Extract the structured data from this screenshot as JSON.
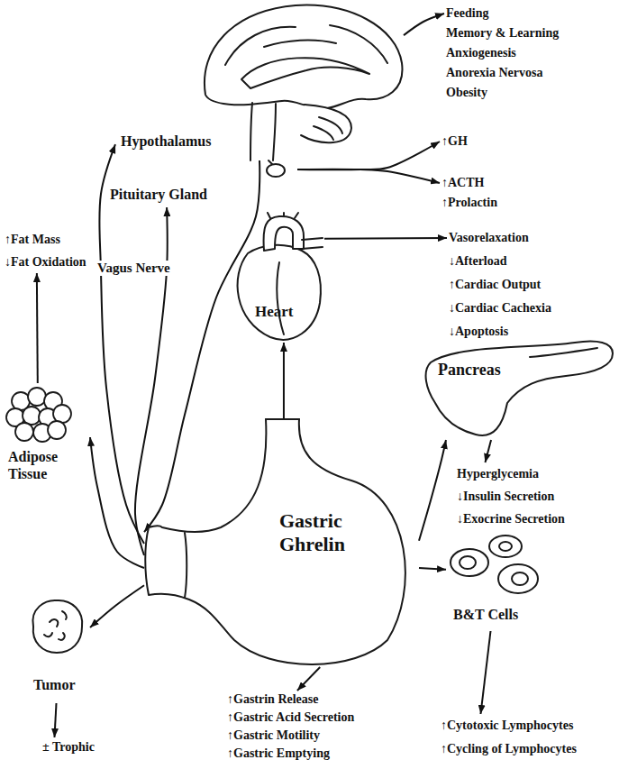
{
  "diagram": {
    "nodes": [
      {
        "text": [
          "Hypothalamus"
        ]
      },
      {
        "text": [
          "Pituitary Gland"
        ]
      },
      {
        "text": [
          "Heart"
        ]
      },
      {
        "text": [
          "Pancreas"
        ]
      },
      {
        "text": [
          "Gastric Ghrelin"
        ]
      },
      {
        "text": [
          "Adipose Tissue"
        ]
      },
      {
        "text": [
          "Tumor"
        ]
      },
      {
        "text": [
          "B&T Cells"
        ]
      },
      {
        "text": [
          "Feeding",
          "Memory & Learning",
          "Anxiogenesis",
          "Anorexia Nervosa",
          "Obesity"
        ]
      },
      {
        "text": [
          "↑GH"
        ]
      },
      {
        "text": [
          "↑ACTH",
          "↑Prolactin"
        ]
      },
      {
        "text": [
          "Vasorelaxation",
          "↓Afterload",
          "↑Cardiac Output",
          "↓Cardiac Cachexia",
          "↓Apoptosis"
        ]
      },
      {
        "text": [
          "Hyperglycemia",
          "↓Insulin Secretion",
          "↓Exocrine Secretion"
        ]
      },
      {
        "text": [
          "↑Gastrin Release",
          "↑Gastric Acid Secretion",
          "↑Gastric Motility",
          "↑Gastric Emptying"
        ]
      },
      {
        "text": [
          "↑Cytotoxic Lymphocytes",
          "↑Cycling of Lymphocytes"
        ]
      },
      {
        "text": [
          "± Trophic"
        ]
      },
      {
        "text": [
          "↑Fat Mass",
          "↓Fat Oxidation"
        ]
      }
    ],
    "edges": [
      {
        "from": 0,
        "to": 8,
        "arrow": "to"
      },
      {
        "from": 1,
        "to": 9,
        "arrow": "to"
      },
      {
        "from": 1,
        "to": 10,
        "arrow": "to"
      },
      {
        "from": 2,
        "to": 11,
        "arrow": "to"
      },
      {
        "from": 3,
        "to": 12,
        "arrow": "to"
      },
      {
        "from": 4,
        "to": 13,
        "arrow": "to"
      },
      {
        "from": 7,
        "to": 14,
        "arrow": "to"
      },
      {
        "from": 6,
        "to": 15,
        "arrow": "to"
      },
      {
        "from": 5,
        "to": 16,
        "arrow": "to"
      },
      {
        "from": 4,
        "to": 0,
        "arrow": "to"
      },
      {
        "from": 4,
        "to": 1,
        "arrow": "to"
      },
      {
        "from": 0,
        "to": 4,
        "arrow": "to"
      },
      {
        "from": 4,
        "to": 2,
        "arrow": "to"
      },
      {
        "from": 4,
        "to": 3,
        "arrow": "to"
      },
      {
        "from": 4,
        "to": 7,
        "arrow": "to"
      },
      {
        "from": 4,
        "to": 6,
        "arrow": "to"
      },
      {
        "from": 4,
        "to": 5,
        "arrow": "to"
      }
    ],
    "labels": [
      "Vagus Nerve"
    ]
  }
}
